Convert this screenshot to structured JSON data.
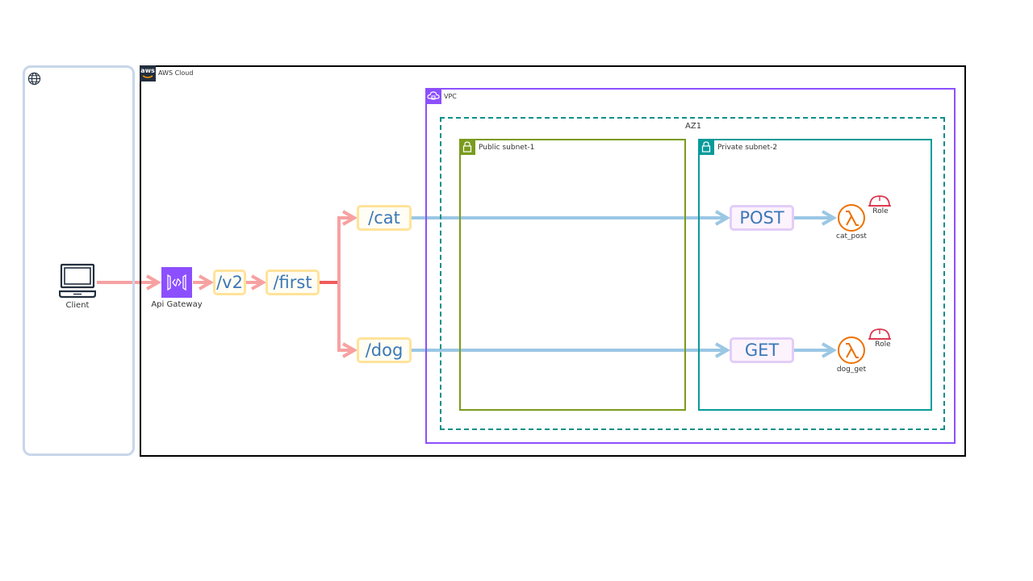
{
  "client": {
    "label": "Client",
    "icon": "laptop-icon"
  },
  "internet": {
    "icon": "globe-icon"
  },
  "aws_cloud": {
    "label": "AWS Cloud",
    "logo_text": "aws"
  },
  "vpc": {
    "label": "VPC"
  },
  "az": {
    "label": "AZ1"
  },
  "public_subnet": {
    "label": "Public subnet-1"
  },
  "private_subnet": {
    "label": "Private subnet-2"
  },
  "api_gateway": {
    "label": "Api Gateway"
  },
  "routes": {
    "v2": "/v2",
    "first": "/first",
    "cat": "/cat",
    "dog": "/dog"
  },
  "methods": {
    "post": "POST",
    "get": "GET"
  },
  "lambdas": {
    "cat": {
      "label": "cat_post",
      "role_label": "Role"
    },
    "dog": {
      "label": "dog_get",
      "role_label": "Role"
    }
  },
  "colors": {
    "client_edge": "#f7a1a1",
    "private_edge": "#9bc7e4",
    "api_gateway": "#8c4fff",
    "lambda": "#ed7100",
    "role": "#dd344c"
  }
}
